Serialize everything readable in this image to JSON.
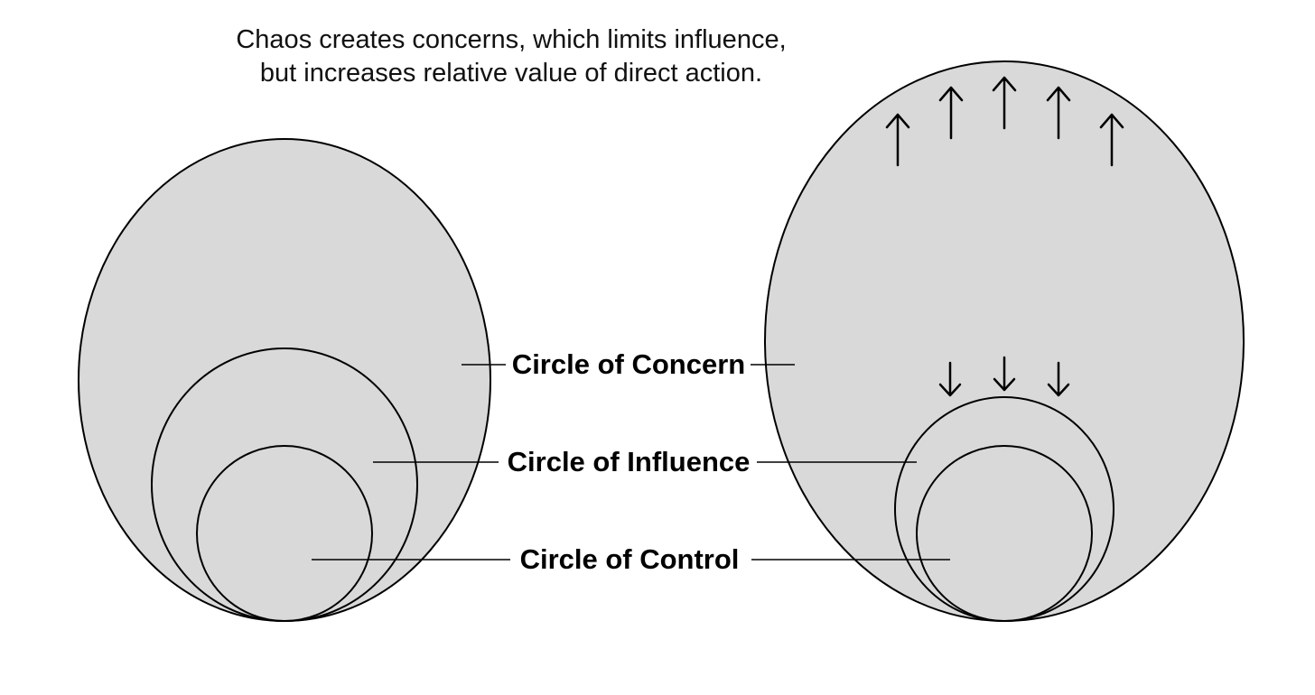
{
  "caption": {
    "line1": "Chaos creates concerns, which limits influence,",
    "line2": "but increases relative value of direct action."
  },
  "labels": {
    "concern": "Circle of Concern",
    "influence": "Circle of Influence",
    "control": "Circle of Control"
  },
  "colors": {
    "fill": "#d9d9d9",
    "stroke": "#000000",
    "background": "#ffffff"
  },
  "left_diagram": {
    "circles": [
      "concern",
      "influence",
      "control"
    ]
  },
  "right_diagram": {
    "circles": [
      "concern",
      "influence",
      "control"
    ],
    "outward_arrows": 5,
    "inward_arrows": 3
  }
}
